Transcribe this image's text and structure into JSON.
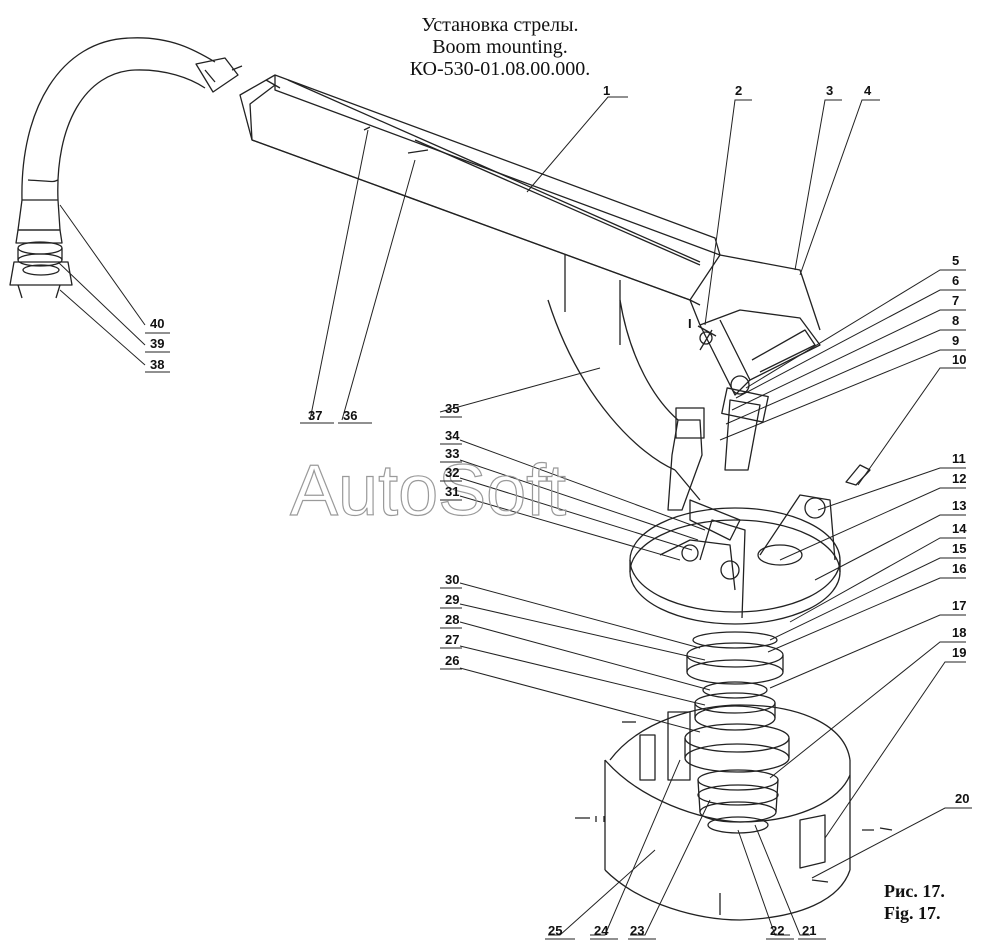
{
  "title": {
    "line1": "Установка стрелы.",
    "line2": "Boom mounting.",
    "line3": "КО-530-01.08.00.000."
  },
  "figure": {
    "ru": "Рис. 17.",
    "en": "Fig. 17."
  },
  "watermark": "AutoSoft",
  "callouts": [
    "1",
    "2",
    "3",
    "4",
    "5",
    "6",
    "7",
    "8",
    "9",
    "10",
    "11",
    "12",
    "13",
    "14",
    "15",
    "16",
    "17",
    "18",
    "19",
    "20",
    "21",
    "22",
    "23",
    "24",
    "25",
    "26",
    "27",
    "28",
    "29",
    "30",
    "31",
    "32",
    "33",
    "34",
    "35",
    "36",
    "37",
    "38",
    "39",
    "40"
  ],
  "diagram": {
    "marker": "I"
  }
}
